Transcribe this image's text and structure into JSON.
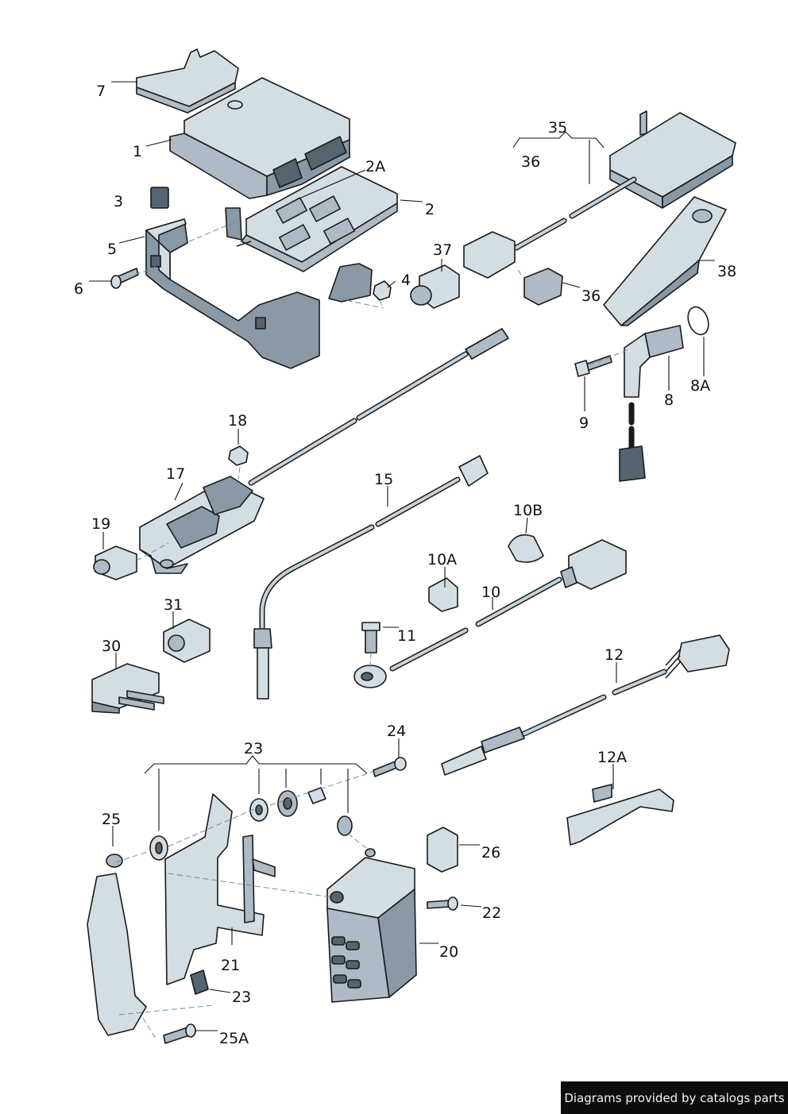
{
  "diagram": {
    "callouts": [
      "7",
      "1",
      "3",
      "5",
      "6",
      "2A",
      "2",
      "4",
      "37",
      "35",
      "36",
      "36",
      "38",
      "8A",
      "8",
      "9",
      "18",
      "17",
      "19",
      "15",
      "10B",
      "10A",
      "10",
      "11",
      "31",
      "30",
      "12",
      "24",
      "23",
      "12A",
      "25",
      "26",
      "22",
      "20",
      "21",
      "23",
      "25A"
    ]
  },
  "footer": {
    "credit": "Diagrams provided by catalogs parts"
  },
  "colors": {
    "part_fill": "#8a99a6",
    "part_highlight": "#d3dde4",
    "leader_lines": "#111111",
    "credit_background": "#0d0d0d"
  }
}
